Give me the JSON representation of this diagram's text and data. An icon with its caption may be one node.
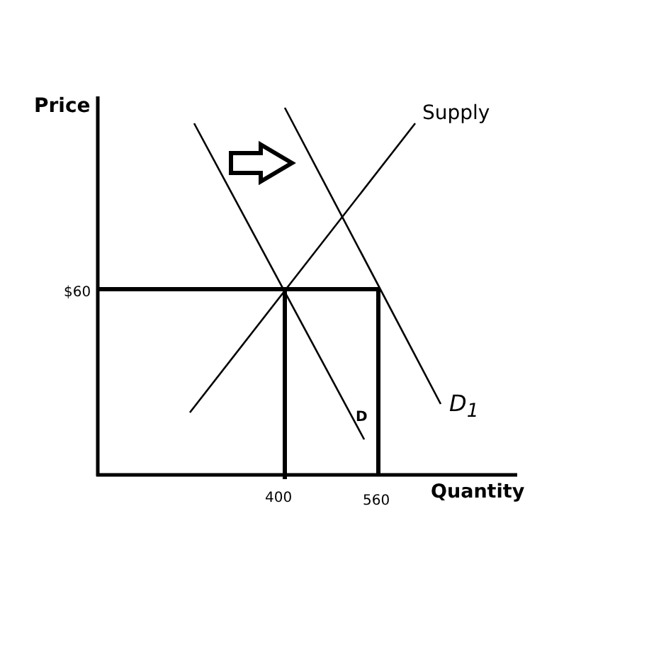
{
  "diagram": {
    "labels": [
      "Price",
      "Supply",
      "$60",
      "D$_{1}$",
      "D",
      "400",
      "560",
      "Quantity"
    ]
  }
}
